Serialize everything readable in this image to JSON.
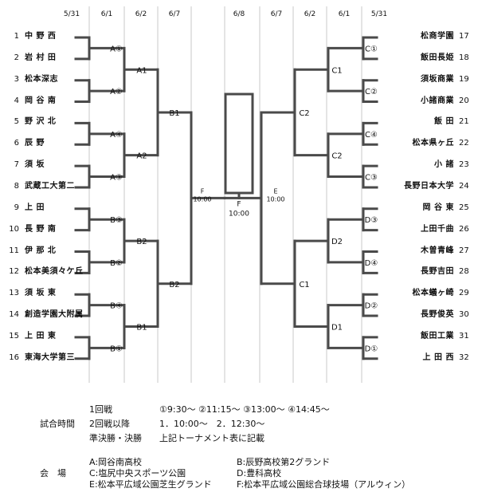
{
  "dates_left": [
    "5/31",
    "6/1",
    "6/2",
    "6/7"
  ],
  "date_center": "6/8",
  "dates_right": [
    "6/7",
    "6/2",
    "6/1",
    "5/31"
  ],
  "teams_left": [
    {
      "num": "1",
      "name": "中 野 西"
    },
    {
      "num": "2",
      "name": "岩 村 田"
    },
    {
      "num": "3",
      "name": "松本深志"
    },
    {
      "num": "4",
      "name": "岡 谷 南"
    },
    {
      "num": "5",
      "name": "野 沢 北"
    },
    {
      "num": "6",
      "name": "辰 野"
    },
    {
      "num": "7",
      "name": "須 坂"
    },
    {
      "num": "8",
      "name": "武蔵工大第二"
    },
    {
      "num": "9",
      "name": "上 田"
    },
    {
      "num": "10",
      "name": "長 野 南"
    },
    {
      "num": "11",
      "name": "伊 那 北"
    },
    {
      "num": "12",
      "name": "松本美須々ケ丘"
    },
    {
      "num": "13",
      "name": "須 坂 東"
    },
    {
      "num": "14",
      "name": "創造学園大附属"
    },
    {
      "num": "15",
      "name": "上 田 東"
    },
    {
      "num": "16",
      "name": "東海大学第三"
    }
  ],
  "teams_right": [
    {
      "num": "17",
      "name": "松商学園"
    },
    {
      "num": "18",
      "name": "飯田長姫"
    },
    {
      "num": "19",
      "name": "須坂商業"
    },
    {
      "num": "20",
      "name": "小諸商業"
    },
    {
      "num": "21",
      "name": "飯 田"
    },
    {
      "num": "22",
      "name": "松本県ヶ丘"
    },
    {
      "num": "23",
      "name": "小 諸"
    },
    {
      "num": "24",
      "name": "長野日本大学"
    },
    {
      "num": "25",
      "name": "岡 谷 東"
    },
    {
      "num": "26",
      "name": "上田千曲"
    },
    {
      "num": "27",
      "name": "木曽青峰"
    },
    {
      "num": "28",
      "name": "長野吉田"
    },
    {
      "num": "29",
      "name": "松本蟻ヶ崎"
    },
    {
      "num": "30",
      "name": "長野俊英"
    },
    {
      "num": "31",
      "name": "飯田工業"
    },
    {
      "num": "32",
      "name": "上 田 西"
    }
  ],
  "labels": {
    "r1_left": [
      "A①",
      "A②",
      "A④",
      "A③",
      "B③",
      "B②",
      "B④",
      "B①"
    ],
    "r1_right": [
      "C①",
      "C②",
      "C④",
      "C③",
      "D③",
      "D④",
      "D②",
      "D①"
    ],
    "r2_left": [
      "A1",
      "A2",
      "B2",
      "B1"
    ],
    "r2_right": [
      "C1",
      "C2",
      "D2",
      "D1"
    ],
    "r3_left": [
      "B1",
      "B2"
    ],
    "r3_right": [
      "C2",
      "C1"
    ],
    "semi_left": [
      "F",
      "10:00"
    ],
    "semi_right": [
      "E",
      "10:00"
    ],
    "final": [
      "F",
      "10:00"
    ]
  },
  "schedule": {
    "label": "試合時間",
    "r1": "1回戦",
    "r1_times": "①9:30～ ②11:15～ ③13:00～ ④14:45～",
    "r2": "2回戦以降",
    "r2_times": "1．10:00～　2．12:30～",
    "sf": "準決勝・決勝",
    "sf_text": "上記トーナメント表に記載"
  },
  "venues": {
    "label": "会　場",
    "A": "A:岡谷南高校",
    "B": "B:辰野高校第2グランド",
    "C": "C:塩尻中央スポーツ公園",
    "D": "D:豊科高校",
    "E": "E:松本平広域公園芝生グランド",
    "F": "F:松本平広域公園総合球技場（アルウィン）"
  }
}
